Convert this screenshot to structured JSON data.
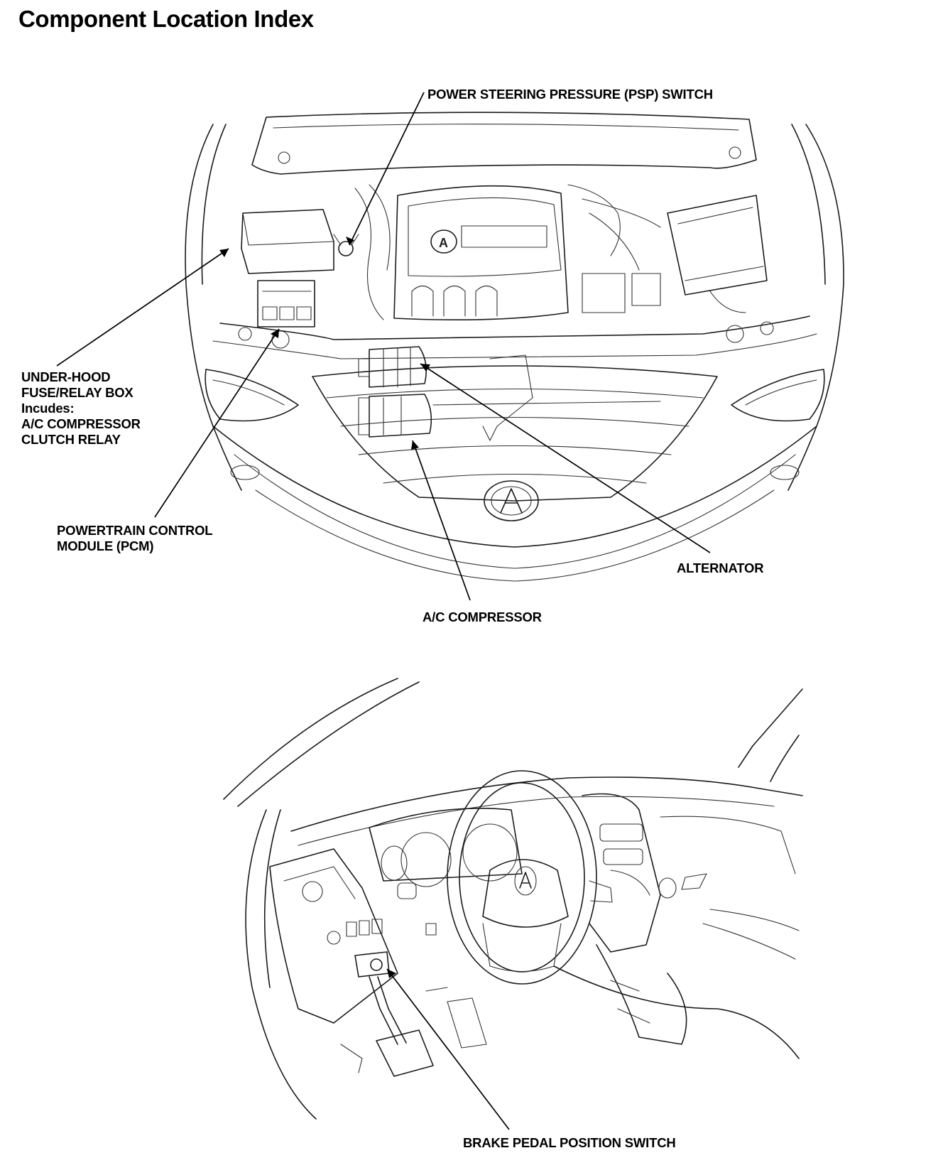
{
  "page": {
    "title": "Component Location Index"
  },
  "engine_view": {
    "callouts": {
      "psp_switch": "POWER STEERING PRESSURE (PSP) SWITCH",
      "fuse_box": [
        "UNDER-HOOD",
        "FUSE/RELAY BOX",
        "Incudes:",
        "A/C COMPRESSOR",
        "CLUTCH RELAY"
      ],
      "pcm": [
        "POWERTRAIN CONTROL",
        "MODULE (PCM)"
      ],
      "alternator": "ALTERNATOR",
      "ac_compressor": "A/C COMPRESSOR"
    },
    "logo_letter": "A"
  },
  "dash_view": {
    "callouts": {
      "brake_switch": "BRAKE PEDAL POSITION SWITCH"
    },
    "logo_letter": "A"
  }
}
